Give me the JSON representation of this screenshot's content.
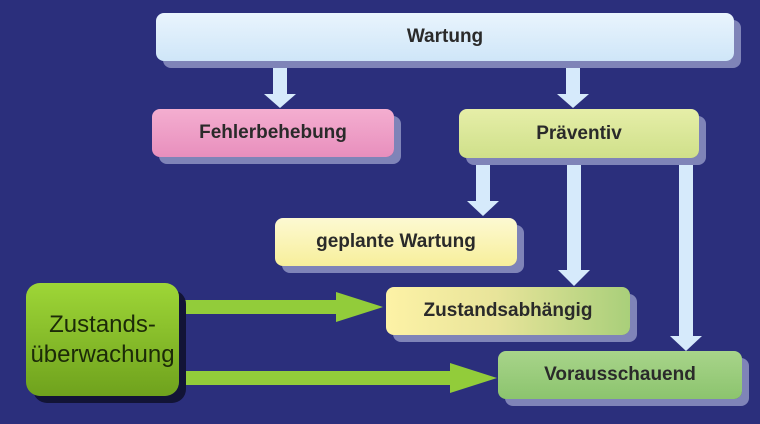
{
  "nodes": {
    "wartung": "Wartung",
    "fehlerbehebung": "Fehlerbehebung",
    "praeventiv": "Präventiv",
    "geplante_wartung": "geplante Wartung",
    "zustandsabhaengig": "Zustandsabhängig",
    "vorausschauend": "Vorausschauend",
    "zustandsueberwachung_line1": "Zustands-",
    "zustandsueberwachung_line2": "überwachung"
  },
  "colors": {
    "background": "#2b2f7c",
    "down_arrow": "#d6eafb",
    "side_arrow": "#92cc3a",
    "shadow": "#7f84b8"
  }
}
